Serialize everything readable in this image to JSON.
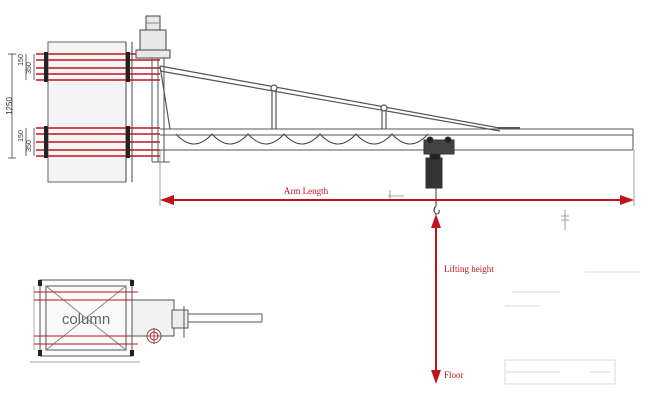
{
  "labels": {
    "arm_length": "Arm Length",
    "lifting_height": "Lifting height",
    "floor": "Floor",
    "column": "column"
  },
  "dimensions": {
    "total_height": "1250",
    "upper_a": "150",
    "upper_b": "350",
    "lower_a": "150",
    "lower_b": "350"
  },
  "colors": {
    "annotation": "#c0141c",
    "line": "#555555"
  }
}
